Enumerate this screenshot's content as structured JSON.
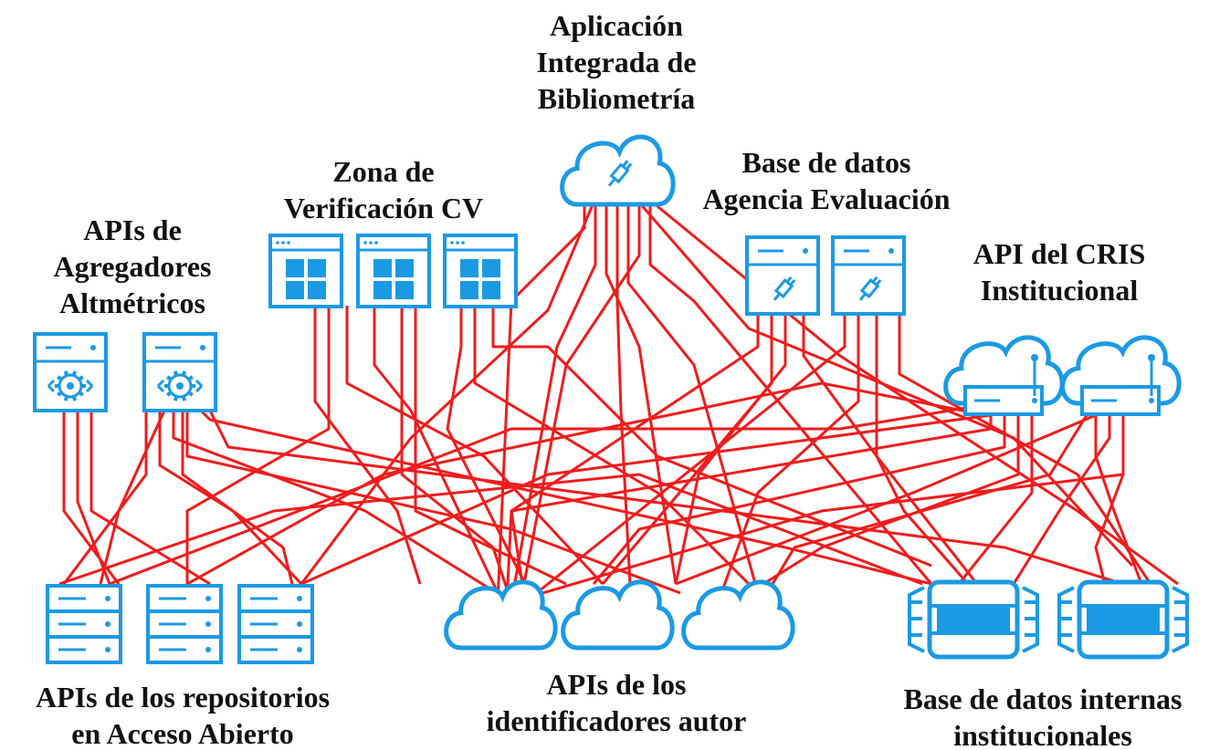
{
  "colors": {
    "connection": "#ef1c1c",
    "icon_stroke": "#1b9ae4",
    "icon_fill": "#1b9ae4",
    "text": "#111111",
    "background": "#ffffff"
  },
  "labels": {
    "app": [
      "Aplicación",
      "Integrada de",
      "Bibliometría"
    ],
    "cv": [
      "Zona de",
      "Verificación CV"
    ],
    "agency": [
      "Base de datos",
      "Agencia Evaluación"
    ],
    "altmetric": [
      "APIs de",
      "Agregadores",
      "Altmétricos"
    ],
    "cris": [
      "API del CRIS",
      "Institucional"
    ],
    "repos": [
      "APIs de los repositorios",
      "en Acceso Abierto"
    ],
    "ids": [
      "APIs de los",
      "identificadores autor"
    ],
    "internal": [
      "Base de datos internas",
      "institucionales"
    ]
  },
  "icons": {
    "app_cloud": "cloud-plug-icon",
    "cv_window": "window-grid-icon",
    "agency_server": "server-plug-icon",
    "altmetric_server": "server-gear-icon",
    "cris_cloud": "cloud-server-icon",
    "repo_server": "server-stack-icon",
    "id_cloud": "cloud-icon",
    "database": "database-icon"
  }
}
